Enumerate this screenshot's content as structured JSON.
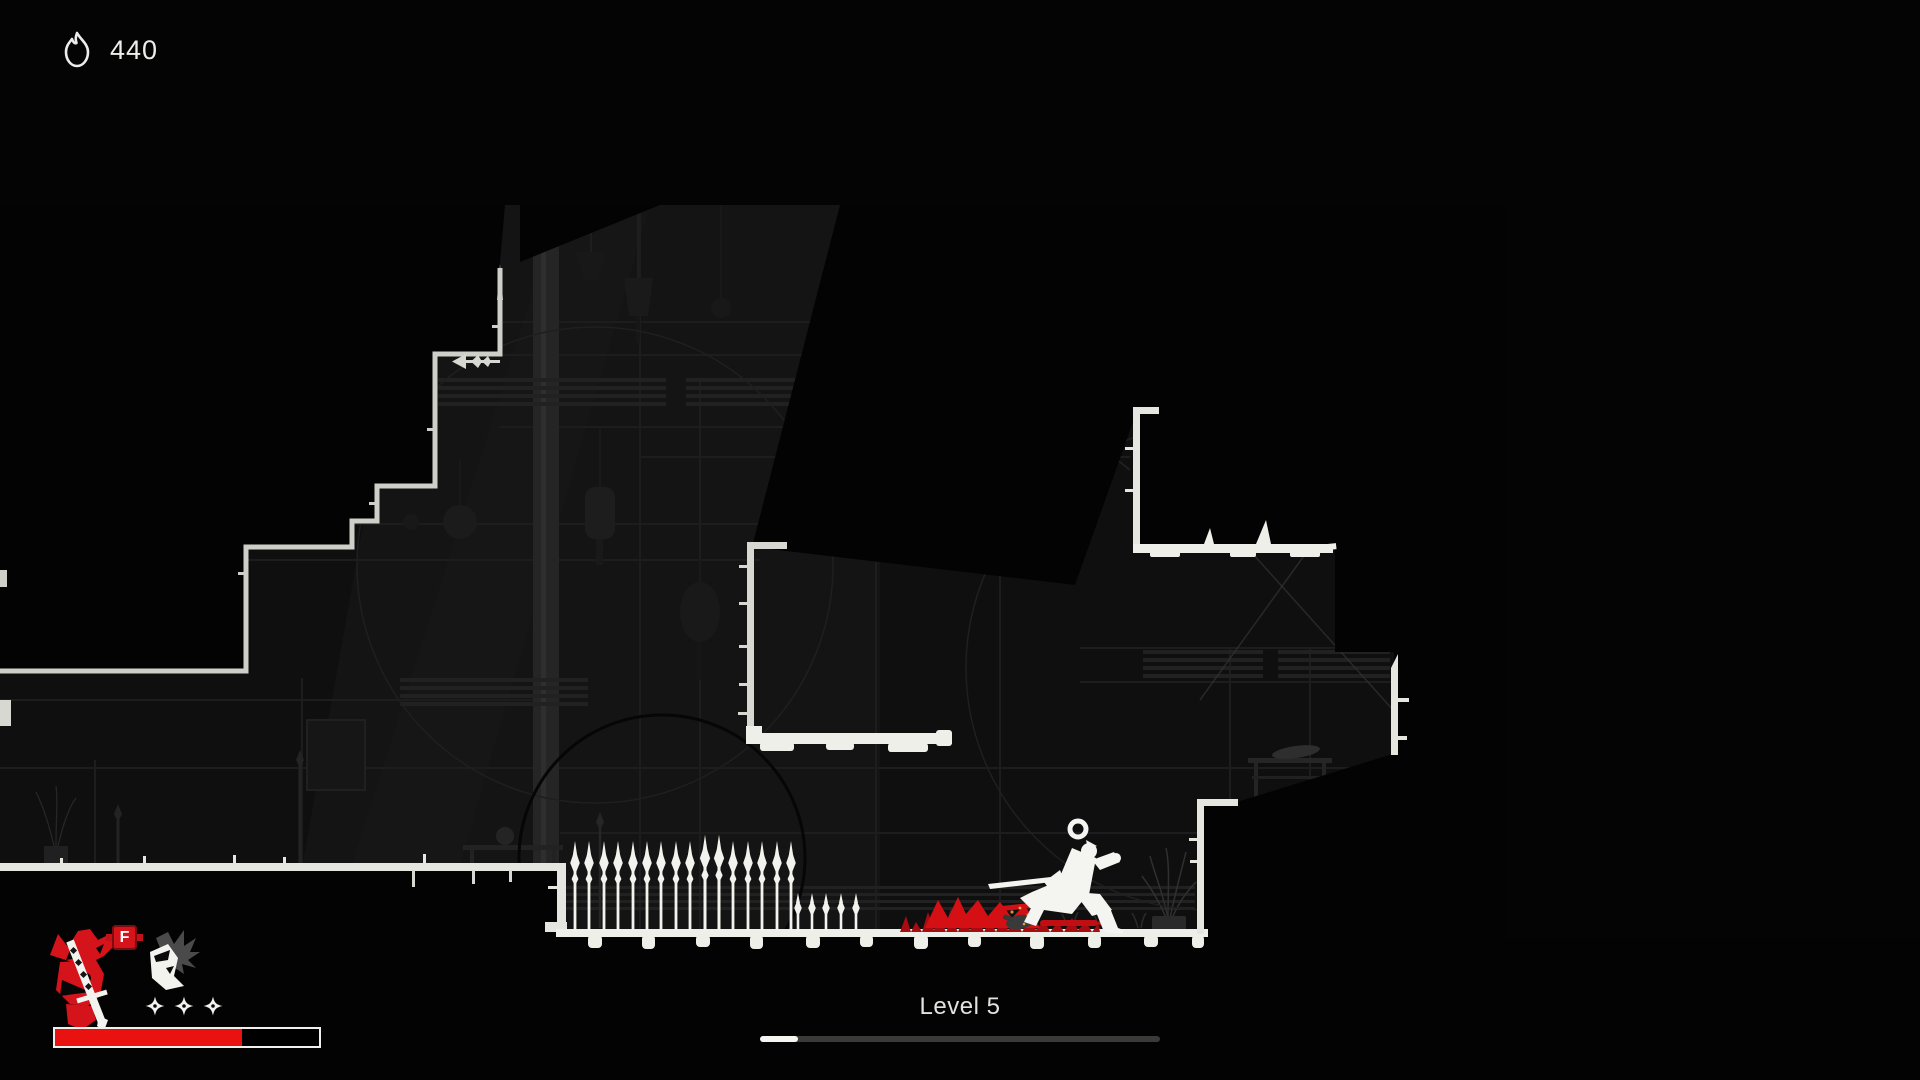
{
  "app": {
    "title": "Ninja platformer game screen"
  },
  "hud": {
    "flame_counter": {
      "icon": "flame-icon",
      "value": "440"
    },
    "player_panel": {
      "emblem_icon": "red-oni-katana-emblem",
      "rank_badge": "F",
      "portrait_icon": "ninja-portrait",
      "shuriken_count": 3,
      "health_percent": 71
    }
  },
  "level_banner": {
    "label": "Level 5",
    "progress_percent": 9.5
  },
  "scene": {
    "player": "white-ninja-running-right-with-katana",
    "hazard": "row-of-white-spear-spikes",
    "effects": [
      "blood-splatter",
      "defeated-enemy",
      "halo-ring-above-player"
    ],
    "environment": [
      "pagoda-interior",
      "hanging-lanterns",
      "stepped-white-platforms",
      "floating-platforms"
    ]
  },
  "colors": {
    "background": "#040404",
    "outline_white": "#efefe9",
    "hud_red": "#d5131a",
    "health_red": "#ea1111",
    "blood_red": "#d41015"
  }
}
